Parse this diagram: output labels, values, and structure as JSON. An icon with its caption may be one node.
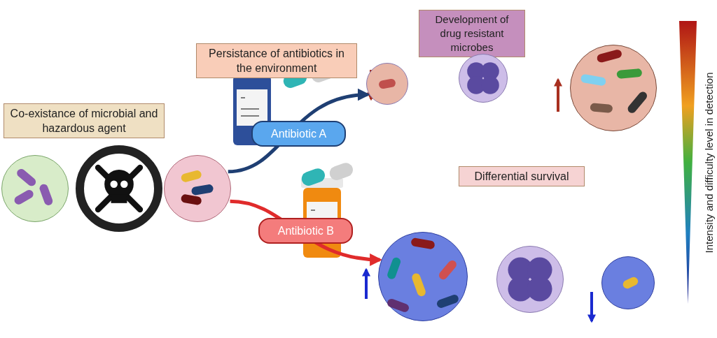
{
  "diagram": {
    "nodes": [
      {
        "text": [
          "Persistance of antibiotics in the environment"
        ]
      },
      {
        "text": [
          "Development of drug resistant microbes"
        ]
      },
      {
        "text": [
          "Co-existance of microbial and hazardous agent"
        ]
      },
      {
        "text": [],
        "shape": "picture"
      },
      {
        "text": [],
        "shape": "picture"
      },
      {
        "text": [],
        "shape": "picture"
      },
      {
        "text": [],
        "shape": "picture"
      },
      {
        "text": [],
        "shape": "picture"
      },
      {
        "text": [],
        "shape": "picture"
      },
      {
        "text": [
          "Differential survival"
        ]
      },
      {
        "text": [],
        "shape": "picture"
      },
      {
        "text": [],
        "shape": "picture"
      },
      {
        "text": [],
        "shape": "picture"
      },
      {
        "text": [],
        "shape": "bar",
        "beside": [
          "Intensity and difficulty level in detection"
        ]
      }
    ],
    "edges": [
      {
        "from": 8,
        "to": 3,
        "arrow": "to",
        "label": "Antibiotic A",
        "color": "#1f3f73"
      },
      {
        "from": 8,
        "to": 10,
        "arrow": "to",
        "label": "Antibiotic B",
        "color": "#e02b2b"
      }
    ]
  }
}
